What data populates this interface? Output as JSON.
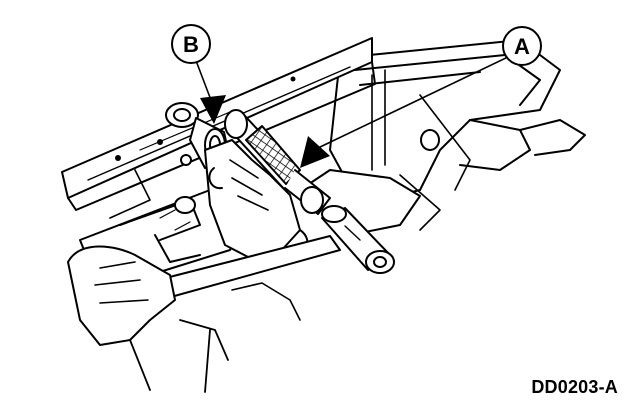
{
  "callouts": {
    "a": {
      "label": "A"
    },
    "b": {
      "label": "B"
    }
  },
  "figure_code": "DD0203-A",
  "colors": {
    "ink": "#000000",
    "paper": "#ffffff"
  }
}
